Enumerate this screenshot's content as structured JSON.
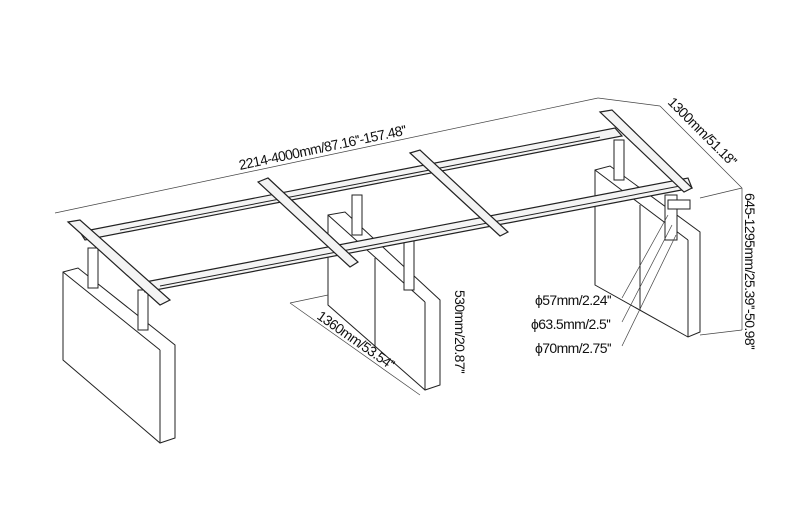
{
  "dimensions": {
    "length": "2214-4000mm/87.16''-157.48''",
    "depth": "1300mm/51.18''",
    "height_range": "645-1295mm/25.39''-50.98''",
    "panel_height": "530mm/20.87''",
    "panel_width": "1360mm/53.54''",
    "leg_dia_1": "ϕ57mm/2.24''",
    "leg_dia_2": "ϕ63.5mm/2.5''",
    "leg_dia_3": "ϕ70mm/2.75''"
  }
}
